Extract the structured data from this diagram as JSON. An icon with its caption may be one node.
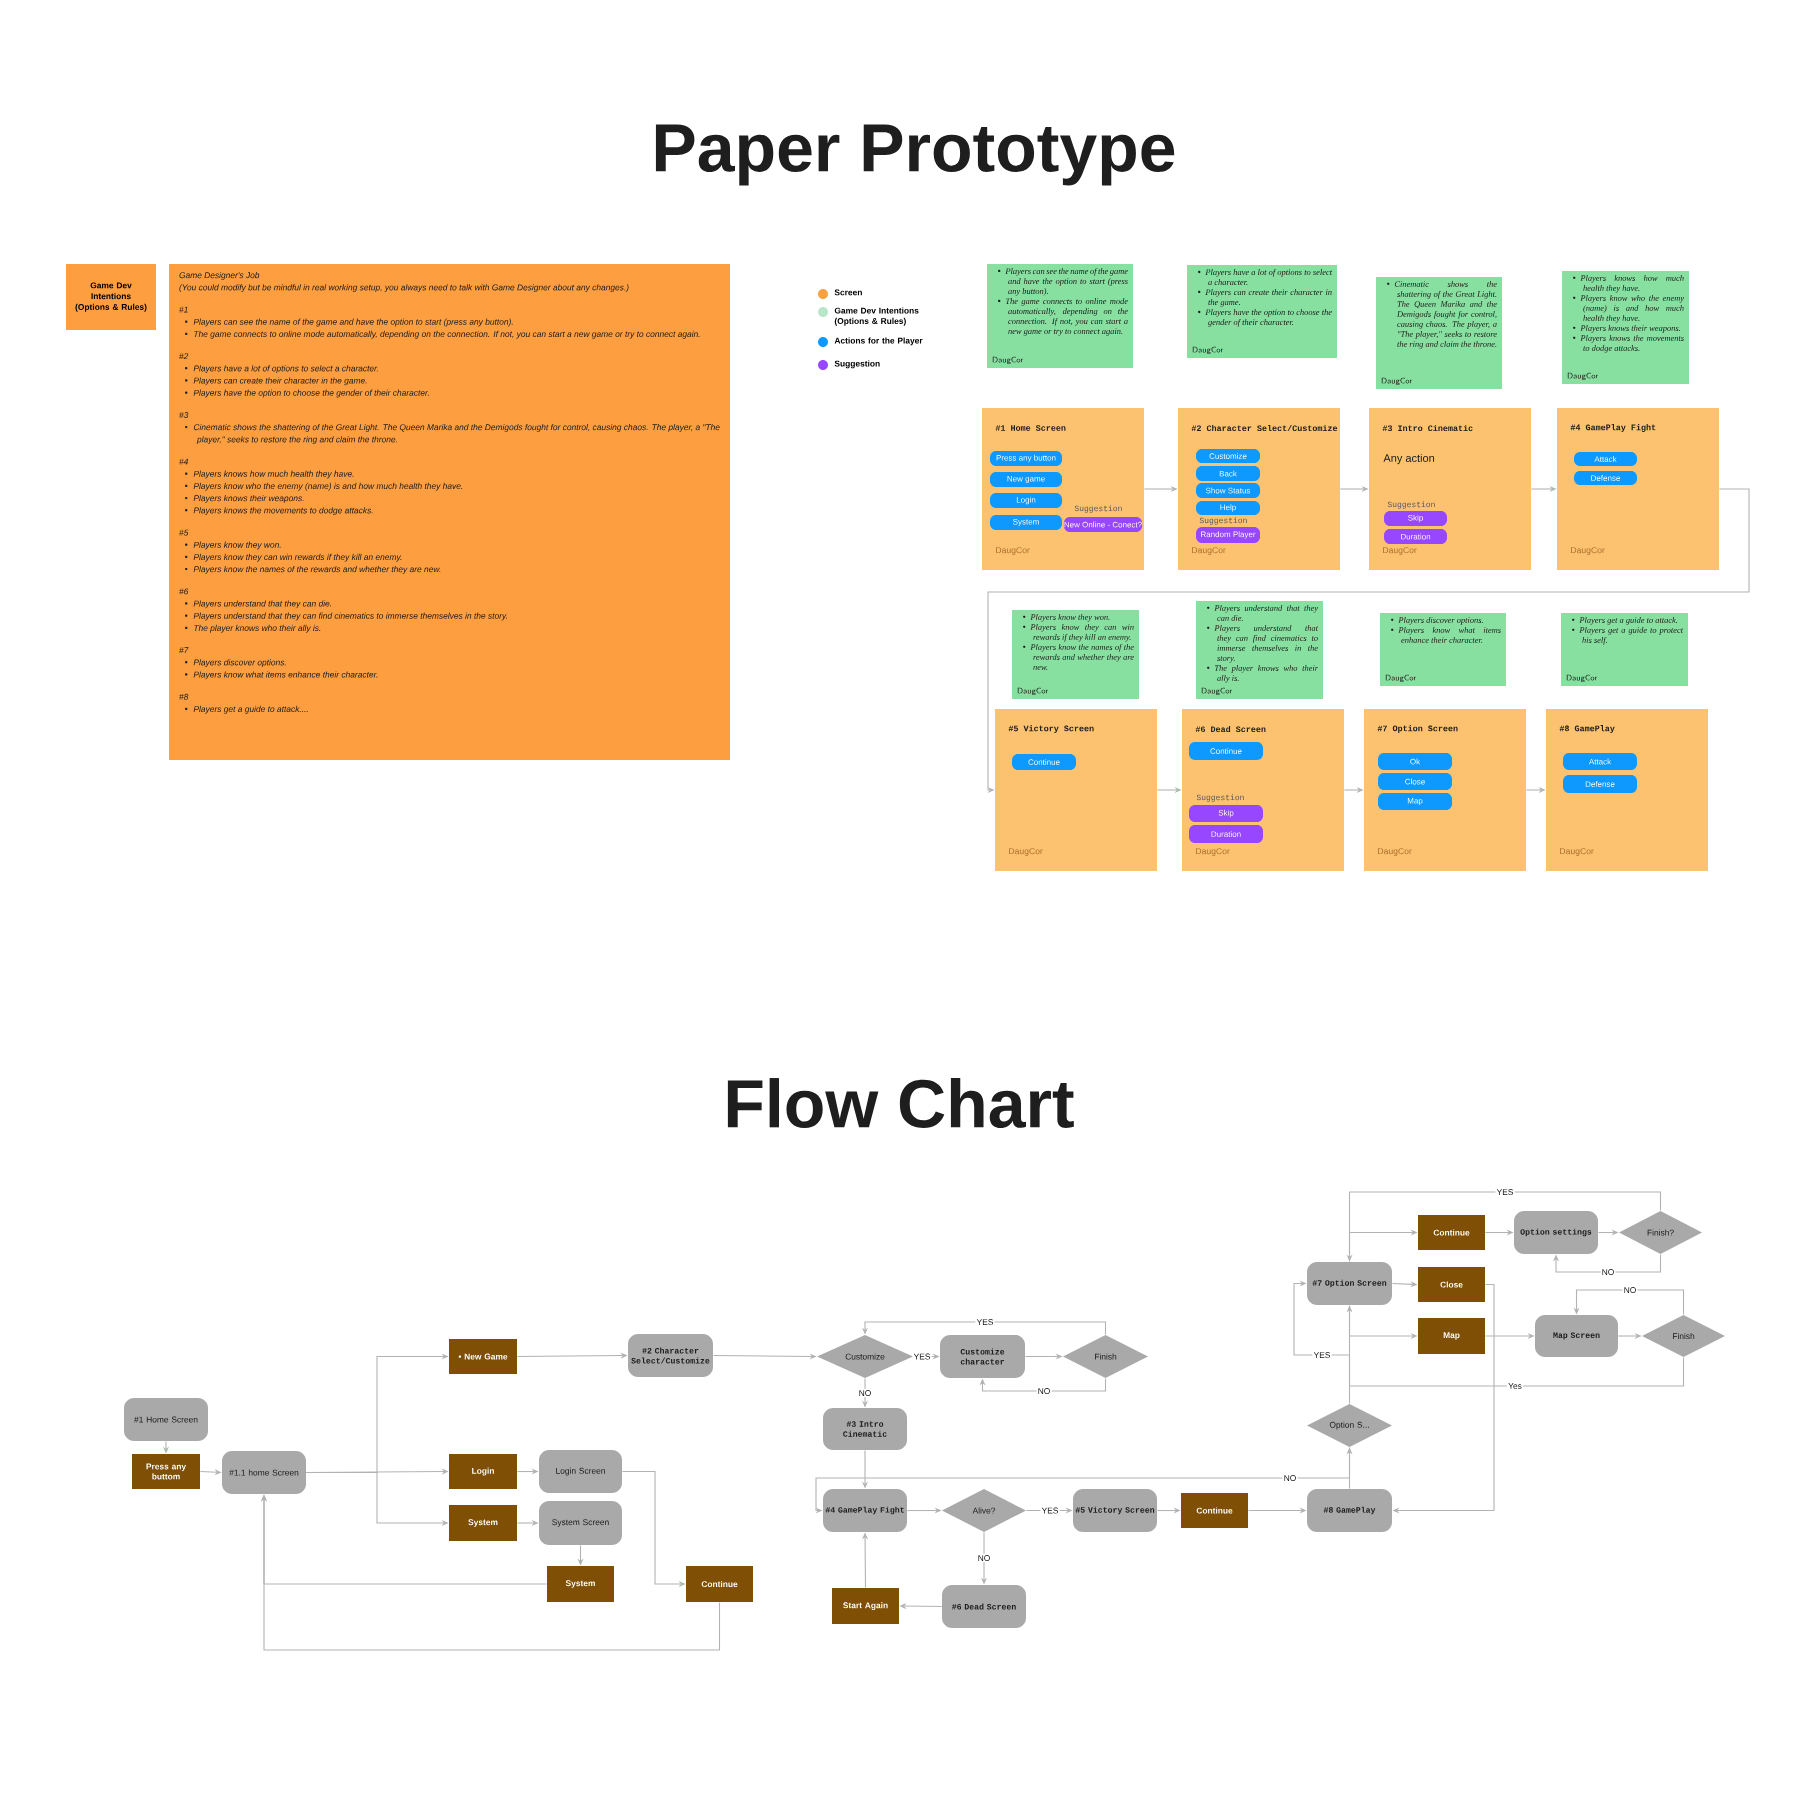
{
  "diagram": {
    "title": "Paper Prototype",
    "nodes": [
      {
        "text": [
          "Game Dev Intentions (Options & Rules)"
        ]
      },
      {
        "text": [
          "Game Designer's Job",
          "(You could modify but be mindful in real working setup, you always need to talk with Game Designer about any changes.)",
          "#1",
          "Players can see the name of the game and have the option to start (press any button).",
          "The game connects to online mode automatically, depending on the connection. If not, you can start a new game or try to connect again.",
          "#2",
          "Players have a lot of options to select a character.",
          "Players can create their character in the game.",
          "Players have the option to choose the gender of their character.",
          "#3",
          "Cinematic shows the shattering of the Great Light. The Queen Marika and the Demigods fought for control, causing chaos. The player, a \"The player,\" seeks to restore the ring and claim the throne.",
          "#4",
          "Players knows how much health they have.",
          "Players know who the enemy (name) is and how much health they have.",
          "Players knows their weapons.",
          "Players knows the movements to dodge attacks.",
          "#5",
          "Players know they won.",
          "Players know they can win rewards if they kill an enemy.",
          "Players know the names of the rewards and whether they are new.",
          "#6",
          "Players understand that they can die.",
          "Players understand that they can find cinematics to immerse themselves in the story.",
          "The player knows who their ally is.",
          "#7",
          "Players discover options.",
          "Players know what items enhance their character.",
          "#8",
          "Players get a guide to attack...."
        ]
      },
      {
        "text": [
          "Players can see the name of the game and have the option to start (press any button).",
          "The game connects to online mode automatically, depending on the connection. If not, you can start a new game or try to connect again.",
          "DaugCor"
        ]
      },
      {
        "text": [
          "Players have a lot of options to select a character.",
          "Players can create their character in the game.",
          "Players have the option to choose the gender of their character.",
          "DaugCor"
        ]
      },
      {
        "text": [
          "Cinematic shows the shattering of the Great Light. The Queen Marika and the Demigods fought for control, causing chaos. The player, a \"The player,\" seeks to restore the ring and claim the throne.",
          "DaugCor"
        ]
      },
      {
        "text": [
          "Players knows how much health they have.",
          "Players know who the enemy (name) is and how much health they have.",
          "Players knows their weapons.",
          "Players knows the movements to dodge attacks.",
          "DaugCor"
        ]
      },
      {
        "text": [
          "#1 Home Screen",
          "Suggestion",
          "DaugCor"
        ]
      },
      {
        "text": [
          "Press any button"
        ],
        "in": 6
      },
      {
        "text": [
          "New game"
        ],
        "in": 6
      },
      {
        "text": [
          "Login"
        ],
        "in": 6
      },
      {
        "text": [
          "System"
        ],
        "in": 6
      },
      {
        "text": [
          "New Online - Conect?"
        ],
        "in": 6
      },
      {
        "text": [
          "#2 Character Select/Customize",
          "Suggestion",
          "DaugCor"
        ]
      },
      {
        "text": [
          "Customize"
        ],
        "in": 12
      },
      {
        "text": [
          "Back"
        ],
        "in": 12
      },
      {
        "text": [
          "Show Status"
        ],
        "in": 12
      },
      {
        "text": [
          "Help"
        ],
        "in": 12
      },
      {
        "text": [
          "Random Player"
        ],
        "in": 12
      },
      {
        "text": [
          "#3 Intro Cinematic",
          "Any action",
          "Suggestion",
          "DaugCor"
        ]
      },
      {
        "text": [
          "Skip"
        ],
        "in": 18
      },
      {
        "text": [
          "Duration"
        ],
        "in": 18
      },
      {
        "text": [
          "#4 GamePlay Fight",
          "DaugCor"
        ]
      },
      {
        "text": [
          "Attack"
        ],
        "in": 21
      },
      {
        "text": [
          "Defense"
        ],
        "in": 21
      },
      {
        "text": [
          "Players know they won.",
          "Players know they can win rewards if they kill an enemy.",
          "Players know the names of the rewards and whether they are new.",
          "DaugCor"
        ]
      },
      {
        "text": [
          "Players understand that they can die.",
          "Players understand that they can find cinematics to immerse themselves in the story.",
          "The player knows who their ally is.",
          "DaugCor"
        ]
      },
      {
        "text": [
          "Players discover options.",
          "Players know what items enhance their character.",
          "DaugCor"
        ]
      },
      {
        "text": [
          "Players get a guide to attack.",
          "Players get a guide to protect his self.",
          "DaugCor"
        ]
      },
      {
        "text": [
          "#5 Victory Screen",
          "DaugCor"
        ]
      },
      {
        "text": [
          "Continue"
        ],
        "in": 28
      },
      {
        "text": [
          "#6 Dead Screen",
          "Suggestion",
          "DaugCor"
        ]
      },
      {
        "text": [
          "Continue"
        ],
        "in": 30
      },
      {
        "text": [
          "Skip"
        ],
        "in": 30
      },
      {
        "text": [
          "Duration"
        ],
        "in": 30
      },
      {
        "text": [
          "#7 Option Screen",
          "DaugCor"
        ]
      },
      {
        "text": [
          "Ok"
        ],
        "in": 34
      },
      {
        "text": [
          "Close"
        ],
        "in": 34
      },
      {
        "text": [
          "Map"
        ],
        "in": 34
      },
      {
        "text": [
          "#8 GamePlay",
          "DaugCor"
        ]
      },
      {
        "text": [
          "Attack"
        ],
        "in": 38
      },
      {
        "text": [
          "Defense"
        ],
        "in": 38
      },
      {
        "text": [
          "#1 Home Screen"
        ]
      },
      {
        "text": [
          "Press any buttom"
        ]
      },
      {
        "text": [
          "#1.1 home Screen"
        ]
      },
      {
        "text": [
          "• New Game"
        ]
      },
      {
        "text": [
          "#2 Character Select/Customize"
        ]
      },
      {
        "text": [
          "Login"
        ]
      },
      {
        "text": [
          "Login Screen"
        ]
      },
      {
        "text": [
          "System"
        ]
      },
      {
        "text": [
          "System Screen"
        ]
      },
      {
        "text": [
          "System"
        ]
      },
      {
        "text": [
          "Continue"
        ]
      },
      {
        "text": [
          "Customize"
        ]
      },
      {
        "text": [
          "Customize character"
        ]
      },
      {
        "text": [
          "Finish"
        ]
      },
      {
        "text": [
          "#3 Intro Cinematic"
        ]
      },
      {
        "text": [
          "#4 GamePlay Fight"
        ]
      },
      {
        "text": [
          "Alive?"
        ]
      },
      {
        "text": [
          "#5 Victory Screen"
        ]
      },
      {
        "text": [
          "Continue"
        ]
      },
      {
        "text": [
          "#8 GamePlay"
        ]
      },
      {
        "text": [
          "#6 Dead Screen"
        ]
      },
      {
        "text": [
          "Start Again"
        ]
      },
      {
        "text": [
          "Option S..."
        ]
      },
      {
        "text": [
          "#7 Option Screen"
        ]
      },
      {
        "text": [
          "Continue"
        ]
      },
      {
        "text": [
          "Close"
        ]
      },
      {
        "text": [
          "Map"
        ]
      },
      {
        "text": [
          "Option settings"
        ]
      },
      {
        "text": [
          "Finish?"
        ]
      },
      {
        "text": [
          "Map Screen"
        ]
      },
      {
        "text": [
          "Finish"
        ]
      }
    ],
    "edges": [
      {
        "from": 6,
        "to": 12,
        "arrow": "to"
      },
      {
        "from": 12,
        "to": 18,
        "arrow": "to"
      },
      {
        "from": 18,
        "to": 21,
        "arrow": "to"
      },
      {
        "from": 21,
        "to": 28,
        "arrow": "to"
      },
      {
        "from": 28,
        "to": 30,
        "arrow": "to"
      },
      {
        "from": 30,
        "to": 34,
        "arrow": "to"
      },
      {
        "from": 34,
        "to": 38,
        "arrow": "to"
      },
      {
        "from": 41,
        "to": 42,
        "arrow": "to"
      },
      {
        "from": 42,
        "to": 43,
        "arrow": "to"
      },
      {
        "from": 43,
        "to": 44,
        "arrow": "to"
      },
      {
        "from": 43,
        "to": 46,
        "arrow": "to"
      },
      {
        "from": 43,
        "to": 48,
        "arrow": "to"
      },
      {
        "from": 44,
        "to": 45,
        "arrow": "to"
      },
      {
        "from": 45,
        "to": 52,
        "arrow": "to"
      },
      {
        "from": 46,
        "to": 47,
        "arrow": "to"
      },
      {
        "from": 48,
        "to": 49,
        "arrow": "to"
      },
      {
        "from": 49,
        "to": 50,
        "arrow": "to"
      },
      {
        "from": 47,
        "to": 51,
        "arrow": "to"
      },
      {
        "from": 50,
        "to": 43,
        "arrow": "to"
      },
      {
        "from": 51,
        "to": 43,
        "arrow": "to"
      },
      {
        "from": 52,
        "to": 53,
        "arrow": "to",
        "label": "YES"
      },
      {
        "from": 53,
        "to": 54,
        "arrow": "to"
      },
      {
        "from": 54,
        "to": 52,
        "arrow": "to",
        "label": "YES"
      },
      {
        "from": 54,
        "to": 53,
        "arrow": "to",
        "label": "NO"
      },
      {
        "from": 52,
        "to": 55,
        "arrow": "to",
        "label": "NO"
      },
      {
        "from": 55,
        "to": 56,
        "arrow": "to"
      },
      {
        "from": 56,
        "to": 57,
        "arrow": "to"
      },
      {
        "from": 57,
        "to": 58,
        "arrow": "to",
        "label": "YES"
      },
      {
        "from": 57,
        "to": 61,
        "arrow": "to",
        "label": "NO"
      },
      {
        "from": 61,
        "to": 62,
        "arrow": "to"
      },
      {
        "from": 62,
        "to": 56,
        "arrow": "to"
      },
      {
        "from": 58,
        "to": 59,
        "arrow": "to"
      },
      {
        "from": 59,
        "to": 60,
        "arrow": "to"
      },
      {
        "from": 60,
        "to": 63,
        "arrow": "to"
      },
      {
        "from": 63,
        "to": 56,
        "arrow": "to",
        "label": "NO"
      },
      {
        "from": 63,
        "to": 64,
        "arrow": "to",
        "label": "YES"
      },
      {
        "from": 64,
        "to": 65,
        "arrow": "to"
      },
      {
        "from": 64,
        "to": 66,
        "arrow": "to"
      },
      {
        "from": 64,
        "to": 67,
        "arrow": "to"
      },
      {
        "from": 65,
        "to": 68,
        "arrow": "to"
      },
      {
        "from": 68,
        "to": 69,
        "arrow": "to"
      },
      {
        "from": 69,
        "to": 68,
        "arrow": "to",
        "label": "NO"
      },
      {
        "from": 69,
        "to": 64,
        "arrow": "to",
        "label": "YES"
      },
      {
        "from": 67,
        "to": 70,
        "arrow": "to"
      },
      {
        "from": 70,
        "to": 71,
        "arrow": "to"
      },
      {
        "from": 71,
        "to": 70,
        "arrow": "to",
        "label": "NO"
      },
      {
        "from": 71,
        "to": 64,
        "arrow": "to",
        "label": "Yes"
      },
      {
        "from": 66,
        "to": 60,
        "arrow": "to"
      }
    ],
    "labels": [
      "Flow Chart"
    ],
    "legend": [
      {
        "text": "Screen",
        "color": "#f9a03f"
      },
      {
        "text": "Game Dev Intentions (Options & Rules)",
        "color": "#b7e7c8"
      },
      {
        "text": "Actions for the Player",
        "color": "#0d99ff"
      },
      {
        "text": "Suggestion",
        "color": "#9747ff"
      }
    ]
  }
}
